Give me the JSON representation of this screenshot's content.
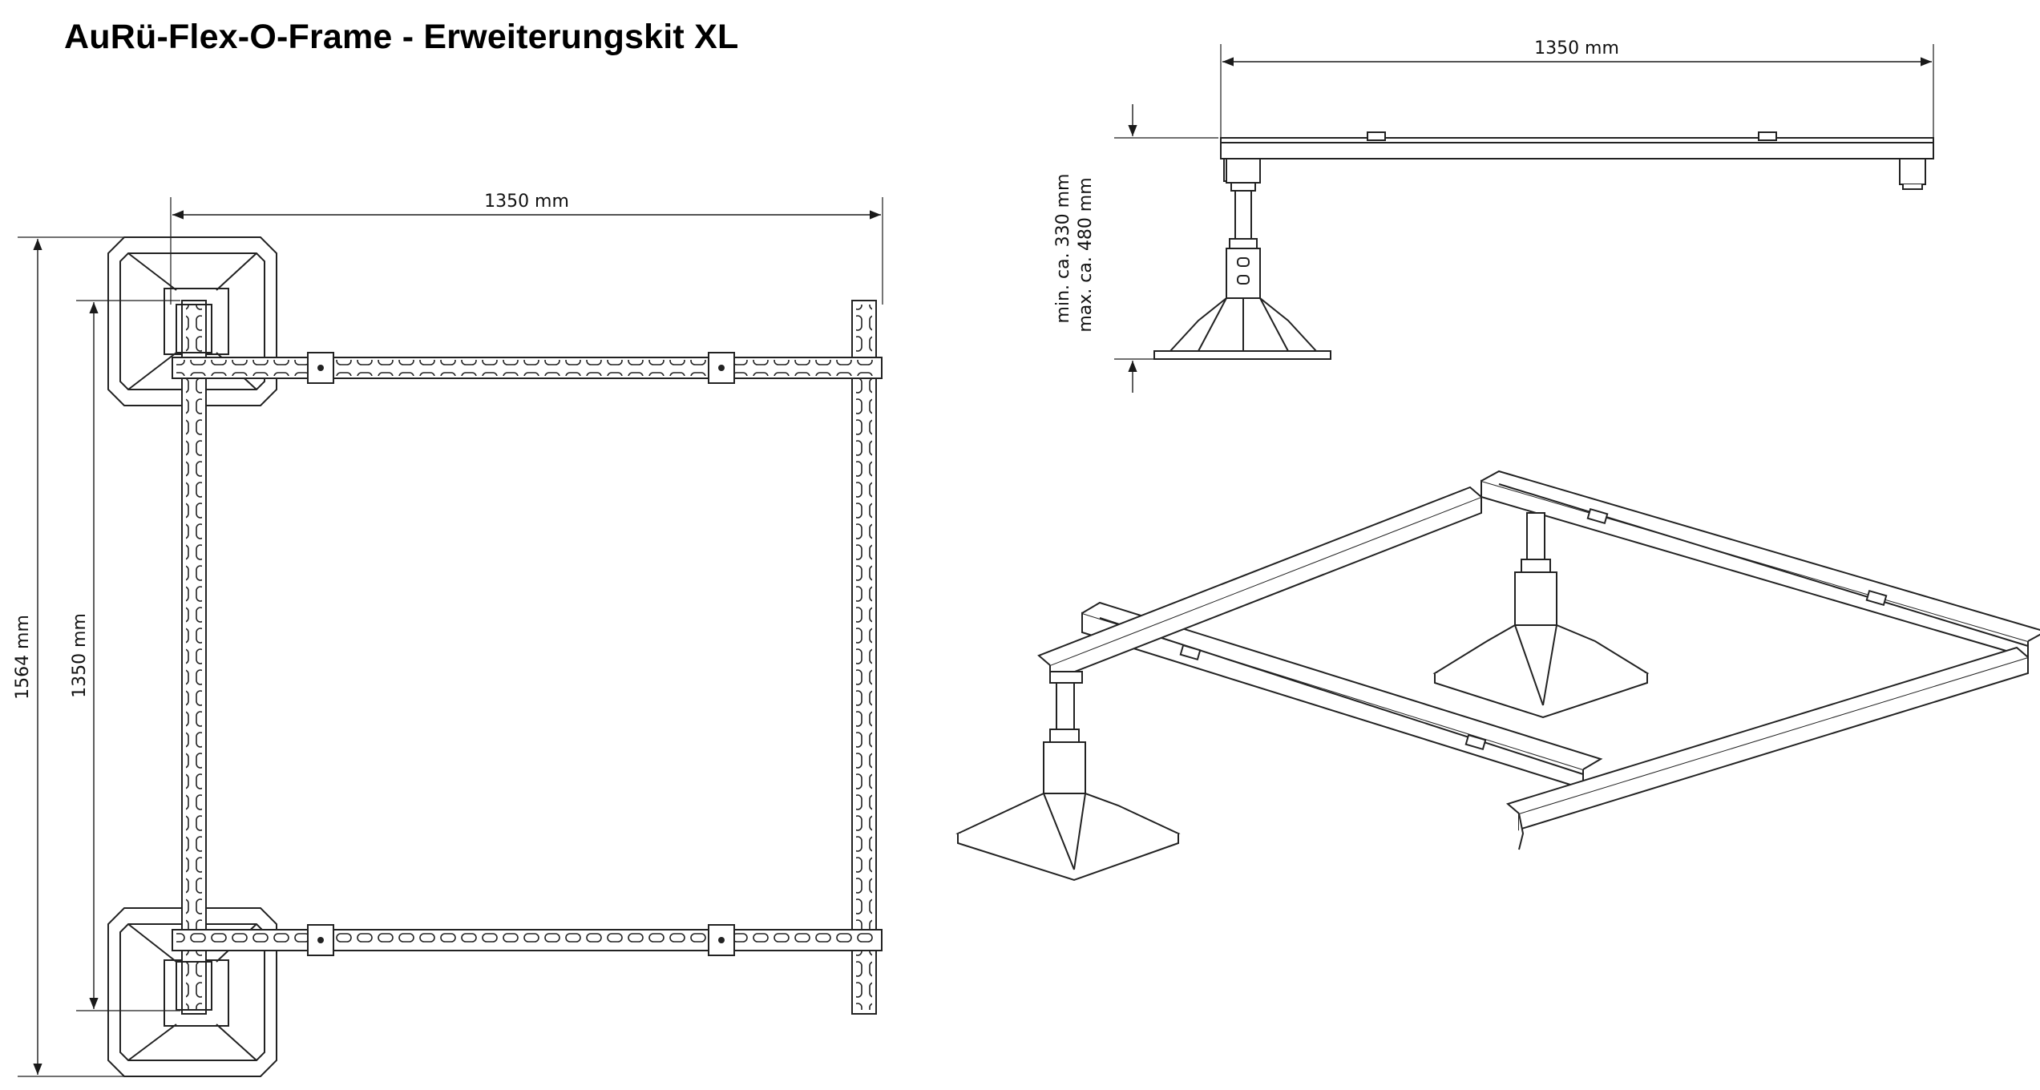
{
  "title": "AuRü-Flex-O-Frame - Erweiterungskit XL",
  "top_view": {
    "width_label": "1350 mm",
    "outer_height_label": "1564 mm",
    "inner_height_label": "1350 mm"
  },
  "side_view": {
    "width_label": "1350 mm",
    "height_min_label": "min. ca. 330 mm",
    "height_max_label": "max. ca. 480 mm"
  }
}
